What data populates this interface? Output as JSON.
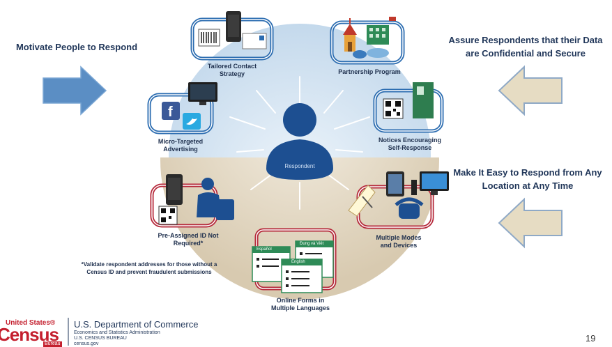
{
  "left_heading": "Motivate People to Respond",
  "right_top_heading": "Assure Respondents that their Data are Confidential and Secure",
  "right_mid_heading": "Make It Easy to Respond from Any Location at Any Time",
  "center_label": "Respondent",
  "nodes": {
    "tailored": "Tailored Contact Strategy",
    "partnership": "Partnership Program",
    "micro": "Micro-Targeted Advertising",
    "notices": "Notices Encouraging Self-Response",
    "preassigned": "Pre-Assigned ID Not Required*",
    "modes": "Multiple Modes and Devices",
    "online": "Online Forms in Multiple Languages"
  },
  "form_tabs": [
    "Español",
    "Ðung và Viêt",
    "English"
  ],
  "footnote": "*Validate respondent addresses for those without a Census ID and prevent fraudulent submissions",
  "logo": {
    "top": "United States®",
    "main": "Census",
    "sub": "Bureau"
  },
  "footer": {
    "department": "U.S. Department of Commerce",
    "line1": "Economics and Statistics Administration",
    "line2": "U.S. CENSUS BUREAU",
    "line3": "census.gov"
  },
  "page_number": "19",
  "colors": {
    "blue_top": "#cfe0ef",
    "tan_bottom": "#ddd0b8",
    "center": "#1d4f91",
    "arrow_blue": "#5b8ec4",
    "arrow_tan": "#e3d9bf"
  }
}
